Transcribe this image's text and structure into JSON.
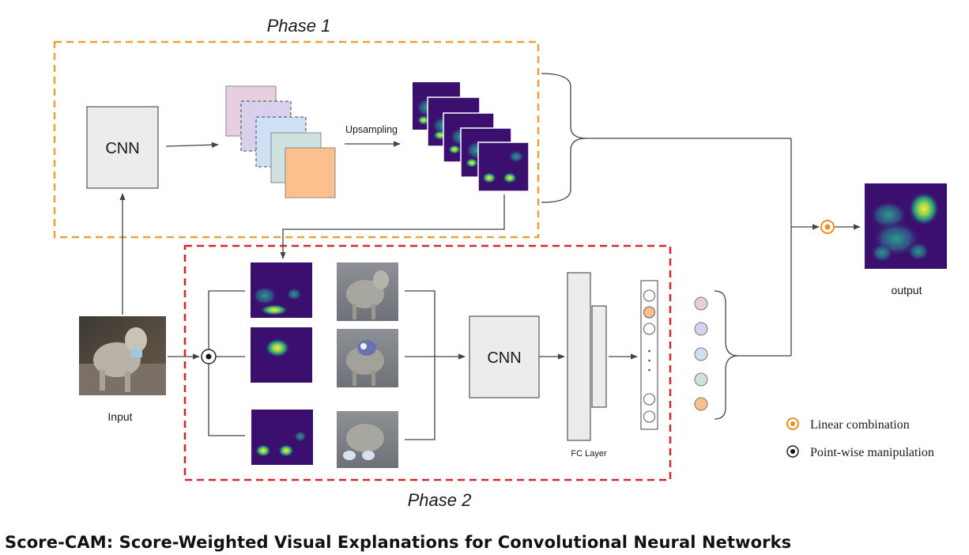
{
  "labels": {
    "phase1": "Phase 1",
    "phase2": "Phase 2",
    "cnn_top": "CNN",
    "cnn_bottom": "CNN",
    "upsampling": "Upsampling",
    "input": "Input",
    "output": "output",
    "fc_layer": "FC Layer"
  },
  "legend": {
    "linear": "Linear combination",
    "pointwise": "Point-wise manipulation"
  },
  "caption": "Score-CAM: Score-Weighted Visual Explanations for Convolutional Neural Networks",
  "colors": {
    "phase1_border": "#e8a23a",
    "phase2_border": "#d9262b",
    "heatmap_bg": "#3b0f6e",
    "heatmap_hot": "#f4e34a",
    "linear_marker": "#f08c1e",
    "feature_pink": "#e7cfe0",
    "feature_lavender": "#d9d0ee",
    "feature_blue": "#cfe0f4",
    "feature_teal": "#cfe2e0",
    "feature_orange": "#fcc08e"
  },
  "score_circles": [
    "pink",
    "lavender",
    "blue",
    "teal",
    "orange"
  ]
}
